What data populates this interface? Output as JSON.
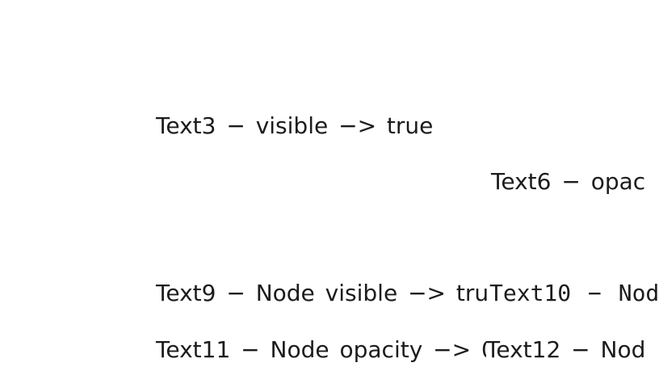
{
  "canvas": {
    "background": "#ffffff",
    "text_color": "#1c1c1c"
  },
  "texts": {
    "text3": "Text3 − visible −> true",
    "text6": "Text6 − opac",
    "text9": "Text9 − Node visible −> tru",
    "text10": "Text10 − Nod",
    "text11": "Text11 − Node opacity −> 0",
    "text12": "Text12 − Nod"
  }
}
